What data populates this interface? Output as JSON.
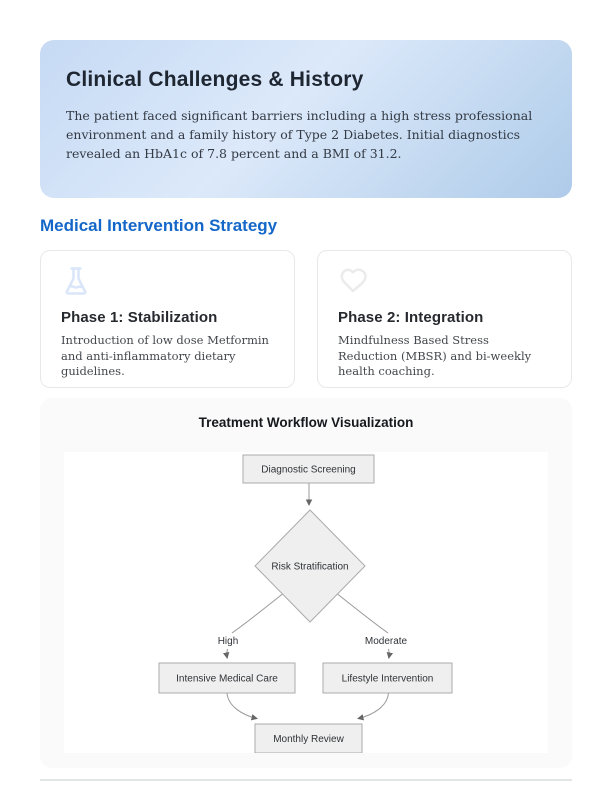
{
  "header_card": {
    "title": "Clinical Challenges & History",
    "body": "The patient faced significant barriers including a high stress professional environment and a family history of Type 2 Diabetes. Initial diagnostics revealed an HbA1c of 7.8 percent and a BMI of 31.2."
  },
  "intervention": {
    "heading": "Medical Intervention Strategy",
    "cards": [
      {
        "icon": "flask-icon",
        "title": "Phase 1: Stabilization",
        "body": "Introduction of low dose Metformin and anti-inflammatory dietary guidelines."
      },
      {
        "icon": "heart-icon",
        "title": "Phase 2: Integration",
        "body": "Mindfulness Based Stress Reduction (MBSR) and bi-weekly health coaching."
      }
    ]
  },
  "workflow": {
    "title": "Treatment Workflow Visualization",
    "flowchart": {
      "nodes": [
        {
          "id": "diagnostic",
          "label": "Diagnostic Screening",
          "shape": "rect"
        },
        {
          "id": "risk",
          "label": "Risk Stratification",
          "shape": "diamond"
        },
        {
          "id": "intensive",
          "label": "Intensive Medical Care",
          "shape": "rect"
        },
        {
          "id": "lifestyle",
          "label": "Lifestyle Intervention",
          "shape": "rect"
        },
        {
          "id": "review",
          "label": "Monthly Review",
          "shape": "rect"
        }
      ],
      "edges": [
        {
          "from": "Diagnostic Screening",
          "to": "Risk Stratification",
          "label": ""
        },
        {
          "from": "Risk Stratification",
          "to": "Intensive Medical Care",
          "label": "High"
        },
        {
          "from": "Risk Stratification",
          "to": "Lifestyle Intervention",
          "label": "Moderate"
        },
        {
          "from": "Intensive Medical Care",
          "to": "Monthly Review",
          "label": ""
        },
        {
          "from": "Lifestyle Intervention",
          "to": "Monthly Review",
          "label": ""
        }
      ]
    }
  },
  "colors": {
    "accent_blue": "#1467c8",
    "header_gradient_start": "#c6daf4",
    "header_gradient_mid": "#dce9fa",
    "header_gradient_end": "#aecbe9",
    "node_fill": "#efefef",
    "node_border": "#ababab",
    "edge_color": "#999999",
    "flask_icon_color": "#d9e5f8",
    "heart_icon_color": "#ebebeb"
  }
}
